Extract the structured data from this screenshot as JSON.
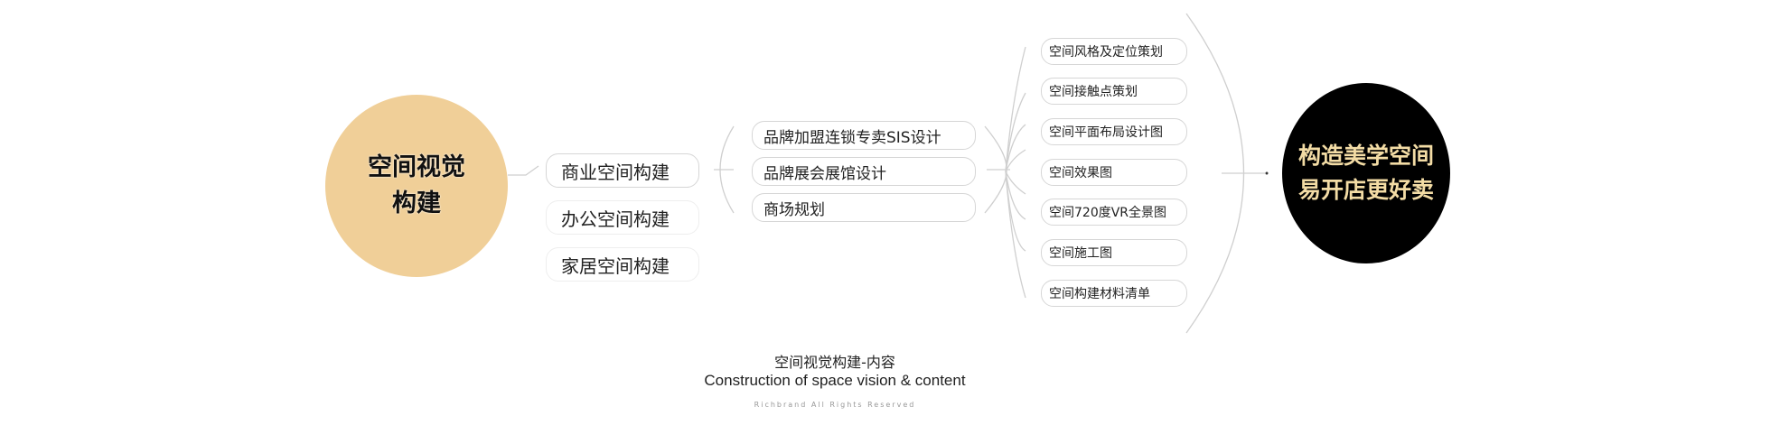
{
  "root": {
    "line1": "空间视觉",
    "line2": "构建"
  },
  "categories": [
    "商业空间构建",
    "办公空间构建",
    "家居空间构建"
  ],
  "services": [
    "品牌加盟连锁专卖SIS设计",
    "品牌展会展馆设计",
    "商场规划"
  ],
  "deliverables": [
    "空间风格及定位策划",
    "空间接触点策划",
    "空间平面布局设计图",
    "空间效果图",
    "空间720度VR全景图",
    "空间施工图",
    "空间构建材料清单"
  ],
  "result": {
    "line1": "构造美学空间",
    "line2": "易开店更好卖"
  },
  "caption": {
    "title": "空间视觉构建-内容",
    "subtitle": "Construction of space vision & content",
    "copyright": "Richbrand All Rights Reserved"
  },
  "colors": {
    "root_fill": "#f0cf98",
    "result_fill": "#000000",
    "result_text": "#f3dca5"
  }
}
